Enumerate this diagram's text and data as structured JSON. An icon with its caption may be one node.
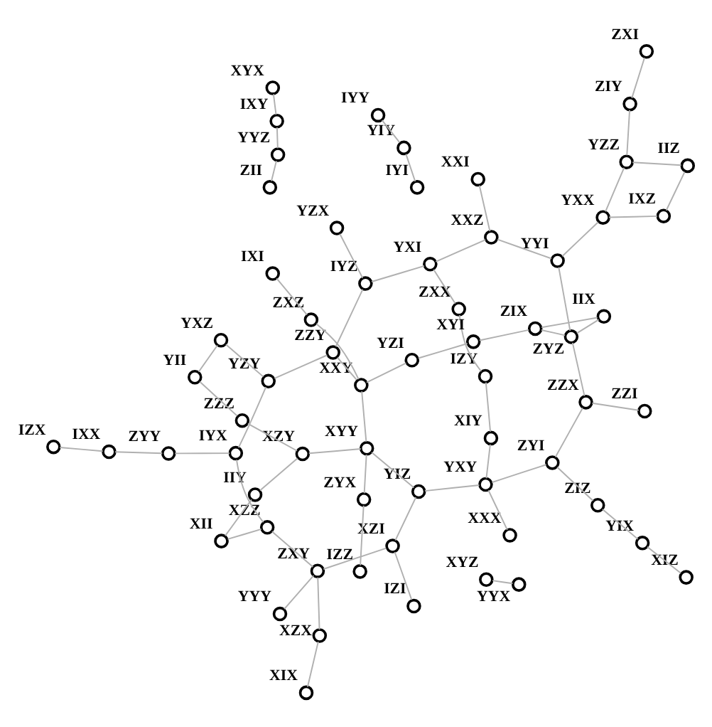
{
  "diagram": {
    "nodes": [
      {
        "text": [],
        "shape": "circle",
        "beside": [
          "XZY"
        ]
      },
      {
        "text": [],
        "shape": "circle",
        "beside": [
          "IYX"
        ]
      },
      {
        "text": [],
        "shape": "circle",
        "beside": [
          "YIZ"
        ]
      },
      {
        "text": [],
        "shape": "circle",
        "beside": [
          "ZXY"
        ]
      },
      {
        "text": [],
        "shape": "circle",
        "beside": [
          "IZY"
        ]
      },
      {
        "text": [],
        "shape": "circle",
        "beside": [
          "XZI"
        ]
      },
      {
        "text": [],
        "shape": "circle",
        "beside": [
          "XIY"
        ]
      },
      {
        "text": [],
        "shape": "circle",
        "beside": [
          "XZX"
        ]
      },
      {
        "text": [],
        "shape": "circle",
        "beside": [
          "IZI"
        ]
      },
      {
        "text": [],
        "shape": "circle",
        "beside": [
          "XII"
        ]
      },
      {
        "text": [],
        "shape": "circle",
        "beside": [
          "XZZ"
        ]
      },
      {
        "text": [],
        "shape": "circle",
        "beside": [
          "IIY"
        ]
      },
      {
        "text": [],
        "shape": "circle",
        "beside": [
          "XIX"
        ]
      },
      {
        "text": [],
        "shape": "circle",
        "beside": [
          "YZY"
        ]
      },
      {
        "text": [],
        "shape": "circle",
        "beside": [
          "YYY"
        ]
      },
      {
        "text": [],
        "shape": "circle",
        "beside": [
          "IZZ"
        ]
      },
      {
        "text": [],
        "shape": "circle",
        "beside": [
          "XYY"
        ]
      },
      {
        "text": [],
        "shape": "circle",
        "beside": [
          "YXZ"
        ]
      },
      {
        "text": [],
        "shape": "circle",
        "beside": [
          "ZYX"
        ]
      },
      {
        "text": [],
        "shape": "circle",
        "beside": [
          "ZZZ"
        ]
      },
      {
        "text": [],
        "shape": "circle",
        "beside": [
          "YII"
        ]
      },
      {
        "text": [],
        "shape": "circle",
        "beside": [
          "IYY"
        ]
      },
      {
        "text": [],
        "shape": "circle",
        "beside": [
          "YIY"
        ]
      },
      {
        "text": [],
        "shape": "circle",
        "beside": [
          "IYI"
        ]
      },
      {
        "text": [],
        "shape": "circle",
        "beside": [
          "XXX"
        ]
      },
      {
        "text": [],
        "shape": "circle",
        "beside": [
          "ZYY"
        ]
      },
      {
        "text": [],
        "shape": "circle",
        "beside": [
          "IZX"
        ]
      },
      {
        "text": [],
        "shape": "circle",
        "beside": [
          "YXY"
        ]
      },
      {
        "text": [],
        "shape": "circle",
        "beside": [
          "XIZ"
        ]
      },
      {
        "text": [],
        "shape": "circle",
        "beside": [
          "ZIZ"
        ]
      },
      {
        "text": [],
        "shape": "circle",
        "beside": [
          "IXX"
        ]
      },
      {
        "text": [],
        "shape": "circle",
        "beside": [
          "YIX"
        ]
      },
      {
        "text": [],
        "shape": "circle",
        "beside": [
          "ZXX"
        ]
      },
      {
        "text": [],
        "shape": "circle",
        "beside": [
          "IYZ"
        ]
      },
      {
        "text": [],
        "shape": "circle",
        "beside": [
          "YZX"
        ]
      },
      {
        "text": [],
        "shape": "circle",
        "beside": [
          "XYZ"
        ]
      },
      {
        "text": [],
        "shape": "circle",
        "beside": [
          "ZXZ"
        ]
      },
      {
        "text": [],
        "shape": "circle",
        "beside": [
          "XYI"
        ]
      },
      {
        "text": [],
        "shape": "circle",
        "beside": [
          "YYX"
        ]
      },
      {
        "text": [],
        "shape": "circle",
        "beside": [
          "IXI"
        ]
      },
      {
        "text": [],
        "shape": "circle",
        "beside": [
          "YZI"
        ]
      },
      {
        "text": [],
        "shape": "circle",
        "beside": [
          "ZZY"
        ]
      },
      {
        "text": [],
        "shape": "circle",
        "beside": [
          "XXY"
        ]
      },
      {
        "text": [],
        "shape": "circle",
        "beside": [
          "ZII"
        ]
      },
      {
        "text": [],
        "shape": "circle",
        "beside": [
          "YYZ"
        ]
      },
      {
        "text": [],
        "shape": "circle",
        "beside": [
          "ZXI"
        ]
      },
      {
        "text": [],
        "shape": "circle",
        "beside": [
          "IXY"
        ]
      },
      {
        "text": [],
        "shape": "circle",
        "beside": [
          "ZIY"
        ]
      },
      {
        "text": [],
        "shape": "circle",
        "beside": [
          "ZIX"
        ]
      },
      {
        "text": [],
        "shape": "circle",
        "beside": [
          "IIX"
        ]
      },
      {
        "text": [],
        "shape": "circle",
        "beside": [
          "XYX"
        ]
      },
      {
        "text": [],
        "shape": "circle",
        "beside": [
          "YZZ"
        ]
      },
      {
        "text": [],
        "shape": "circle",
        "beside": [
          "IIZ"
        ]
      },
      {
        "text": [],
        "shape": "circle",
        "beside": [
          "IXZ"
        ]
      },
      {
        "text": [],
        "shape": "circle",
        "beside": [
          "ZZX"
        ]
      },
      {
        "text": [],
        "shape": "circle",
        "beside": [
          "ZZI"
        ]
      },
      {
        "text": [],
        "shape": "circle",
        "beside": [
          "XXI"
        ]
      },
      {
        "text": [],
        "shape": "circle",
        "beside": [
          "XXZ"
        ]
      },
      {
        "text": [],
        "shape": "circle",
        "beside": [
          "YYI"
        ]
      },
      {
        "text": [],
        "shape": "circle",
        "beside": [
          "ZYZ"
        ]
      },
      {
        "text": [],
        "shape": "circle",
        "beside": [
          "YXX"
        ]
      },
      {
        "text": [],
        "shape": "circle",
        "beside": [
          "YXI"
        ]
      },
      {
        "text": [],
        "shape": "circle",
        "beside": [
          "ZYI"
        ]
      }
    ],
    "edges": [
      {
        "from": 0,
        "to": 19,
        "arrow": "none"
      },
      {
        "from": 0,
        "to": 11,
        "arrow": "none"
      },
      {
        "from": 0,
        "to": 16,
        "arrow": "none"
      },
      {
        "from": 1,
        "to": 10,
        "arrow": "none"
      },
      {
        "from": 1,
        "to": 13,
        "arrow": "none"
      },
      {
        "from": 1,
        "to": 25,
        "arrow": "none"
      },
      {
        "from": 3,
        "to": 7,
        "arrow": "none"
      },
      {
        "from": 3,
        "to": 5,
        "arrow": "none"
      },
      {
        "from": 3,
        "to": 14,
        "arrow": "none"
      },
      {
        "from": 3,
        "to": 10,
        "arrow": "none"
      },
      {
        "from": 2,
        "to": 5,
        "arrow": "none"
      },
      {
        "from": 2,
        "to": 16,
        "arrow": "none"
      },
      {
        "from": 2,
        "to": 27,
        "arrow": "none"
      },
      {
        "from": 4,
        "to": 6,
        "arrow": "none"
      },
      {
        "from": 4,
        "to": 32,
        "arrow": "none"
      },
      {
        "from": 6,
        "to": 27,
        "arrow": "none"
      },
      {
        "from": 41,
        "to": 42,
        "arrow": "none"
      },
      {
        "from": 41,
        "to": 13,
        "arrow": "none"
      },
      {
        "from": 41,
        "to": 33,
        "arrow": "none"
      },
      {
        "from": 42,
        "to": 36,
        "arrow": "none"
      },
      {
        "from": 42,
        "to": 40,
        "arrow": "none"
      },
      {
        "from": 42,
        "to": 16,
        "arrow": "none"
      },
      {
        "from": 37,
        "to": 40,
        "arrow": "none"
      },
      {
        "from": 37,
        "to": 48,
        "arrow": "none"
      },
      {
        "from": 61,
        "to": 32,
        "arrow": "none"
      },
      {
        "from": 61,
        "to": 33,
        "arrow": "none"
      },
      {
        "from": 61,
        "to": 57,
        "arrow": "none"
      },
      {
        "from": 62,
        "to": 54,
        "arrow": "none"
      },
      {
        "from": 62,
        "to": 27,
        "arrow": "none"
      },
      {
        "from": 62,
        "to": 29,
        "arrow": "none"
      },
      {
        "from": 59,
        "to": 58,
        "arrow": "none"
      },
      {
        "from": 59,
        "to": 48,
        "arrow": "none"
      },
      {
        "from": 59,
        "to": 54,
        "arrow": "none"
      },
      {
        "from": 59,
        "to": 49,
        "arrow": "none"
      },
      {
        "from": 60,
        "to": 58,
        "arrow": "none"
      },
      {
        "from": 60,
        "to": 53,
        "arrow": "none"
      },
      {
        "from": 60,
        "to": 51,
        "arrow": "none"
      },
      {
        "from": 7,
        "to": 12,
        "arrow": "none"
      },
      {
        "from": 9,
        "to": 10,
        "arrow": "none"
      },
      {
        "from": 11,
        "to": 9,
        "arrow": "none"
      },
      {
        "from": 5,
        "to": 8,
        "arrow": "none"
      },
      {
        "from": 13,
        "to": 17,
        "arrow": "none"
      },
      {
        "from": 17,
        "to": 20,
        "arrow": "none"
      },
      {
        "from": 19,
        "to": 20,
        "arrow": "none"
      },
      {
        "from": 15,
        "to": 18,
        "arrow": "none"
      },
      {
        "from": 18,
        "to": 16,
        "arrow": "none"
      },
      {
        "from": 21,
        "to": 22,
        "arrow": "none"
      },
      {
        "from": 22,
        "to": 23,
        "arrow": "none"
      },
      {
        "from": 24,
        "to": 27,
        "arrow": "none"
      },
      {
        "from": 28,
        "to": 31,
        "arrow": "none"
      },
      {
        "from": 29,
        "to": 31,
        "arrow": "none"
      },
      {
        "from": 35,
        "to": 38,
        "arrow": "none"
      },
      {
        "from": 36,
        "to": 39,
        "arrow": "none"
      },
      {
        "from": 46,
        "to": 50,
        "arrow": "none"
      },
      {
        "from": 45,
        "to": 47,
        "arrow": "none"
      },
      {
        "from": 47,
        "to": 51,
        "arrow": "none"
      },
      {
        "from": 51,
        "to": 52,
        "arrow": "none"
      },
      {
        "from": 52,
        "to": 53,
        "arrow": "none"
      },
      {
        "from": 54,
        "to": 55,
        "arrow": "none"
      },
      {
        "from": 56,
        "to": 57,
        "arrow": "none"
      },
      {
        "from": 58,
        "to": 57,
        "arrow": "none"
      },
      {
        "from": 48,
        "to": 49,
        "arrow": "none"
      },
      {
        "from": 26,
        "to": 30,
        "arrow": "none"
      },
      {
        "from": 33,
        "to": 34,
        "arrow": "none"
      },
      {
        "from": 44,
        "to": 46,
        "arrow": "none"
      },
      {
        "from": 43,
        "to": 44,
        "arrow": "none"
      },
      {
        "from": 25,
        "to": 30,
        "arrow": "none"
      }
    ]
  }
}
